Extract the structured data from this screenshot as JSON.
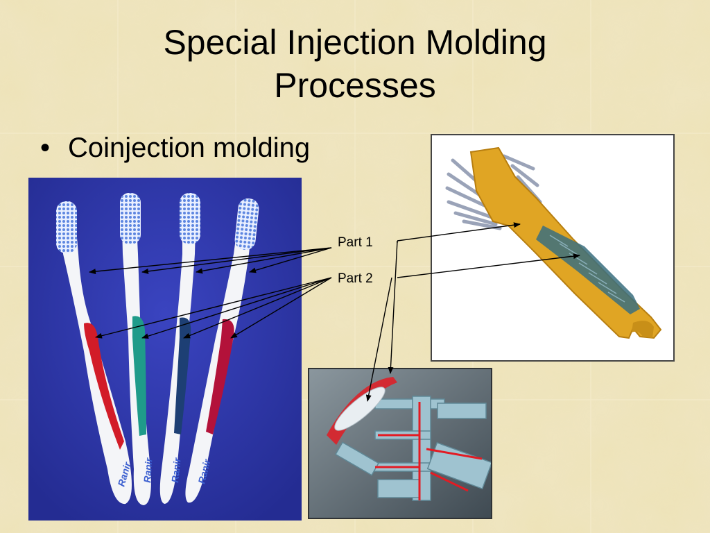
{
  "slide": {
    "title_line1": "Special Injection Molding",
    "title_line2": "Processes",
    "bullet": "Coinjection molding",
    "label_part1": "Part 1",
    "label_part2": "Part 2",
    "brand": "Ranir"
  }
}
